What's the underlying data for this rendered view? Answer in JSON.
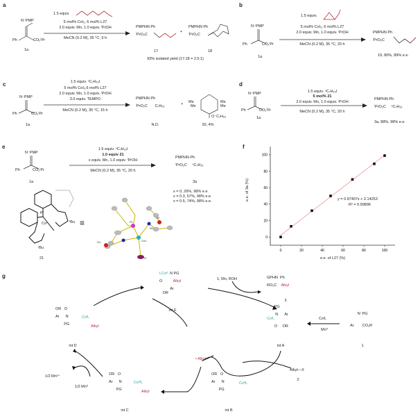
{
  "panels": {
    "a": {
      "label": "a",
      "reagent": "1.5 equiv.",
      "cond1": "5 mol% CoI₂, 6 mol% L27",
      "cond2": "2.0 equiv. Mn, 1.0 equiv. ⁱPrOH",
      "cond3": "MeCN (0.2 M), 35 °C, 9 h",
      "sm": "1a",
      "p1": "17",
      "p2": "18",
      "plus": "+",
      "yield": "93% isolated yield (17:18 = 2.5:1)"
    },
    "b": {
      "label": "b",
      "reagent": "1.5 equiv.",
      "cond1": "5 mol% CoI₂, 6 mol% L27",
      "cond2": "2.0 equiv. Mn, 1.0 equiv. ⁱPrOH",
      "cond3": "MeCN (0.2 M), 35 °C, 20 h",
      "sm": "1a",
      "product": "19, 80%, 89% e.e."
    },
    "c": {
      "label": "c",
      "cond0": "1.5 equiv. ⁿC₇H₁₅I",
      "cond1": "5 mol% CoI₂,6 mol% L27",
      "cond2": "2.0 equiv. Mn, 1.0 equiv. ⁱPrOH",
      "cond3": "3.0 equiv. TEMPO",
      "cond4": "MeCN (0.2 M), 35 °C, 15 h",
      "sm": "1a",
      "p1": "N.D.",
      "plus": "+",
      "p2": "20, 4%"
    },
    "d": {
      "label": "d",
      "cond0": "1.5 equiv. ⁿC₇H₁₅I",
      "cond1": "5 mol% 21",
      "cond2": "2.0 equiv. Mn, 1.0 equiv. ⁱPrOH",
      "cond3": "MeCN (0.2 M), 35 °C, 20 h",
      "sm": "1a",
      "product": "3a, 88%, 98% e.e."
    },
    "e": {
      "label": "e",
      "cond0": "1.5 equiv. ⁿC₇H₁₅I",
      "cond1": "1.0 equiv 21",
      "cond2": "x equiv. Mn, 1.0 equiv. ⁱPrOH",
      "cond3": "MeCN (0.2 M), 35 °C, 20 h",
      "sm": "1a",
      "product": "3a",
      "results": [
        "x = 0, 26%, 98% e.e.",
        "x = 0.3, 57%, 98% e.e.",
        "x = 0.5, 74%, 98% e.e."
      ],
      "ligand": "21",
      "equiv_sign": "≡",
      "atoms": [
        "P1",
        "O2",
        "N1",
        "N2",
        "O1",
        "Co1",
        "I1"
      ]
    },
    "g": {
      "label": "g",
      "intA": "int A",
      "intB": "int B",
      "intC": "int C",
      "intD": "int D",
      "intE": "int E",
      "radical": "• Alkyl",
      "mn_out": "1/2 Mn²⁺",
      "mn_in": "1/2 Mn⁰",
      "reagents_top": "1, Mn, ROH",
      "product": "3",
      "co_label": "CoᴵL",
      "mn0": "Mn⁰",
      "sm": "1",
      "alkylx": "Alkyl—X",
      "alkylx_num": "2"
    }
  },
  "chart_data": {
    "type": "scatter",
    "label": "f",
    "x": [
      0,
      10,
      30,
      48,
      69,
      90,
      100
    ],
    "y": [
      0,
      13,
      32,
      50,
      70,
      89,
      99
    ],
    "xlabel": "e.e. of L27 (%)",
    "ylabel": "e.e. of 3a (%)",
    "xlim": [
      -10,
      110
    ],
    "ylim": [
      -10,
      110
    ],
    "xticks": [
      0,
      20,
      40,
      60,
      80,
      100
    ],
    "yticks": [
      0,
      20,
      40,
      60,
      80,
      100
    ],
    "fit": {
      "slope": 0.97407,
      "intercept": 2.14253,
      "color": "#f08080"
    },
    "equation": "y = 0.97407x + 2.14253",
    "r2": "R² = 0.99896"
  },
  "colors": {
    "alkyl": "#b0303a",
    "cobalt": "#2aa3a0"
  }
}
